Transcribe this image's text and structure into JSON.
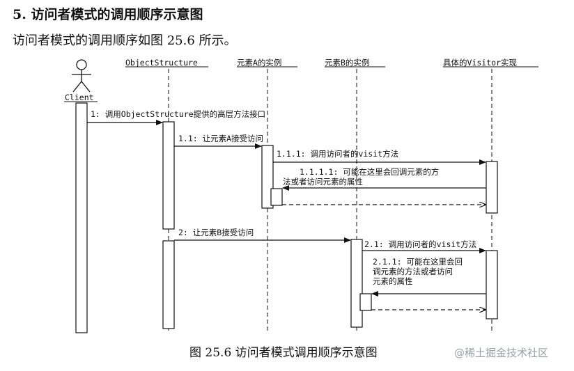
{
  "heading": "5. 访问者模式的调用顺序示意图",
  "intro": "访问者模式的调用顺序如图 25.6 所示。",
  "caption": "图 25.6    访问者模式调用顺序示意图",
  "watermark": "@稀土掘金技术社区",
  "participants": {
    "client": "Client",
    "object_structure": "ObjectStructure",
    "element_a": "元素A的实例",
    "element_b": "元素B的实例",
    "visitor": "具体的Visitor实现"
  },
  "messages": {
    "m1": "1: 调用ObjectStructure提供的高层方法接口",
    "m1_1": "1.1: 让元素A接受访问",
    "m1_1_1": "1.1.1: 调用访问者的visit方法",
    "m1_1_1_1_line1": "1.1.1.1: 可能在这里会回调元素的方",
    "m1_1_1_1_line2": "法或者访问元素的属性",
    "m2": "2: 让元素B接受访问",
    "m2_1": "2.1: 调用访问者的visit方法",
    "m2_1_1_line1": "2.1.1: 可能在这里会回",
    "m2_1_1_line2": "调元素的方法或者访问",
    "m2_1_1_line3": "元素的属性"
  }
}
